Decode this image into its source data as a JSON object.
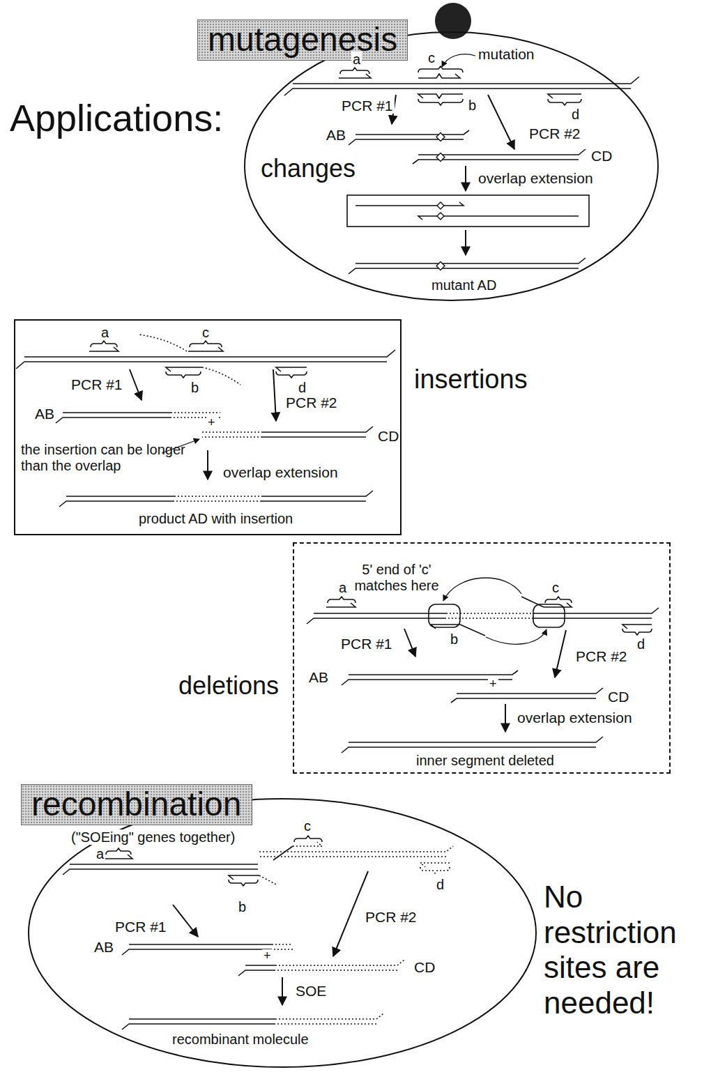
{
  "diagram": {
    "nodes": [
      {
        "text": [
          "mutagenesis",
          "changes"
        ]
      },
      {
        "text": [
          "insertions"
        ]
      },
      {
        "text": [
          "deletions"
        ]
      },
      {
        "text": [
          "recombination",
          "(\"SOEing\" genes together)"
        ]
      }
    ],
    "labels": [
      "Applications:",
      "a",
      "c",
      "mutation",
      "PCR #1",
      "b",
      "d",
      "AB",
      "PCR #2",
      "CD",
      "overlap extension",
      "mutant AD",
      "a",
      "c",
      "b",
      "d",
      "PCR #1",
      "PCR #2",
      "AB",
      "+",
      "CD",
      "the insertion can be longer than the overlap",
      "overlap extension",
      "product AD with insertion",
      "5' end of 'c' matches here",
      "a",
      "c",
      "PCR #1",
      "b",
      "PCR #2",
      "d",
      "AB",
      "+",
      "CD",
      "overlap extension",
      "inner segment deleted",
      "c",
      "a",
      "d",
      "PCR #1",
      "b",
      "PCR #2",
      "AB",
      "+",
      "CD",
      "SOE",
      "recombinant molecule",
      "No restriction sites are needed!"
    ]
  }
}
